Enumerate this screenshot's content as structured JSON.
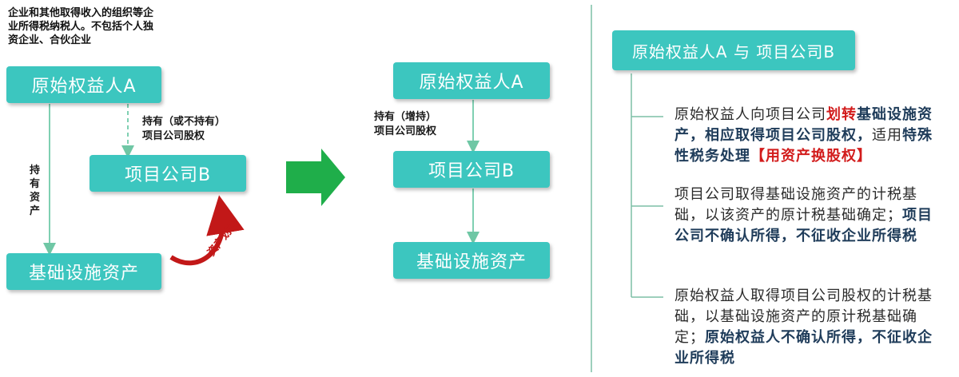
{
  "note": "企业和其他取得收入的组织等企业所得税纳税人。不包括个人独资企业、合伙企业",
  "left": {
    "box_a": "原始权益人A",
    "box_b": "项目公司B",
    "box_asset": "基础设施资产",
    "hold_label_line1": "持有（或不持有）",
    "hold_label_line2": "项目公司股权",
    "hold_asset": "持有资产",
    "transfer": "资产划转"
  },
  "middle": {
    "box_a": "原始权益人A",
    "box_b": "项目公司B",
    "box_asset": "基础设施资产",
    "hold_label_line1": "持有（增持）",
    "hold_label_line2": "项目公司股权"
  },
  "right": {
    "title": "原始权益人A 与 项目公司B",
    "item1": {
      "p1": "原始权益人向项目公司",
      "p2": "划转",
      "p3": "基础设施资产，相应取得项目公司股权，",
      "p4": "适用",
      "p5": "特殊性税务处理",
      "p6": "【用资产换股权】"
    },
    "item2": {
      "p1": "项目公司取得基础设施资产的计税基础，以该资产的原计税基础确定；",
      "p2": "项目公司不确认所得，不征收企业所得税"
    },
    "item3": {
      "p1": "原始权益人取得项目公司股权的计税基础，以基础设施资产的原计税基础确定；",
      "p2": "原始权益人不确认所得，不征收企业所得税"
    }
  },
  "colors": {
    "box": "#3cc6bf",
    "arrow": "#1fae4a",
    "line": "#7dbfa6",
    "red": "#d21c1c"
  }
}
